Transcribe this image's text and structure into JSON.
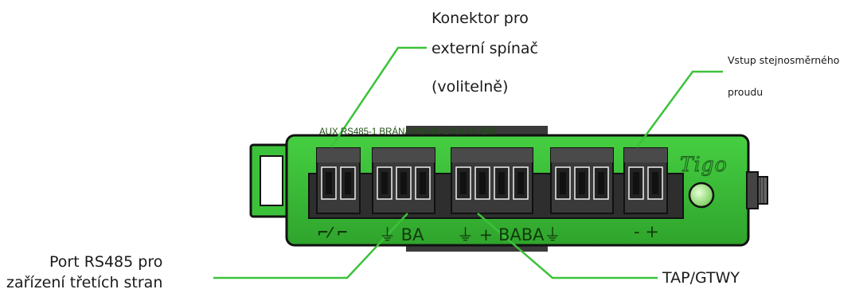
{
  "callouts": {
    "ext_switch": {
      "line1": "Konektor pro",
      "line2": "externí spínač",
      "line3": "(volitelně)"
    },
    "dc_input": {
      "line1": "Vstup stejnosměrného",
      "line2": "proudu"
    },
    "rs485": {
      "line1": "Port RS485 pro",
      "line2": "zařízení třetích stran"
    },
    "tap": {
      "label": "TAP/GTWY"
    }
  },
  "device": {
    "header_label": "AUX RS485-1 BRÁNA RS485-2 NAPÁJENÍ",
    "brand": "Tigo",
    "bottom_labels": {
      "aux": "⌐⁄ ⌐",
      "rs485_1": "⏚ BA",
      "brana": "⏚ + BABA⏚",
      "power": "- +"
    }
  },
  "colors": {
    "body_green": "#3cc23a",
    "body_dark": "#2a8f27",
    "connector": "#3a3a3a",
    "callout_line": "#3cc23a",
    "led": "#9be37f"
  }
}
